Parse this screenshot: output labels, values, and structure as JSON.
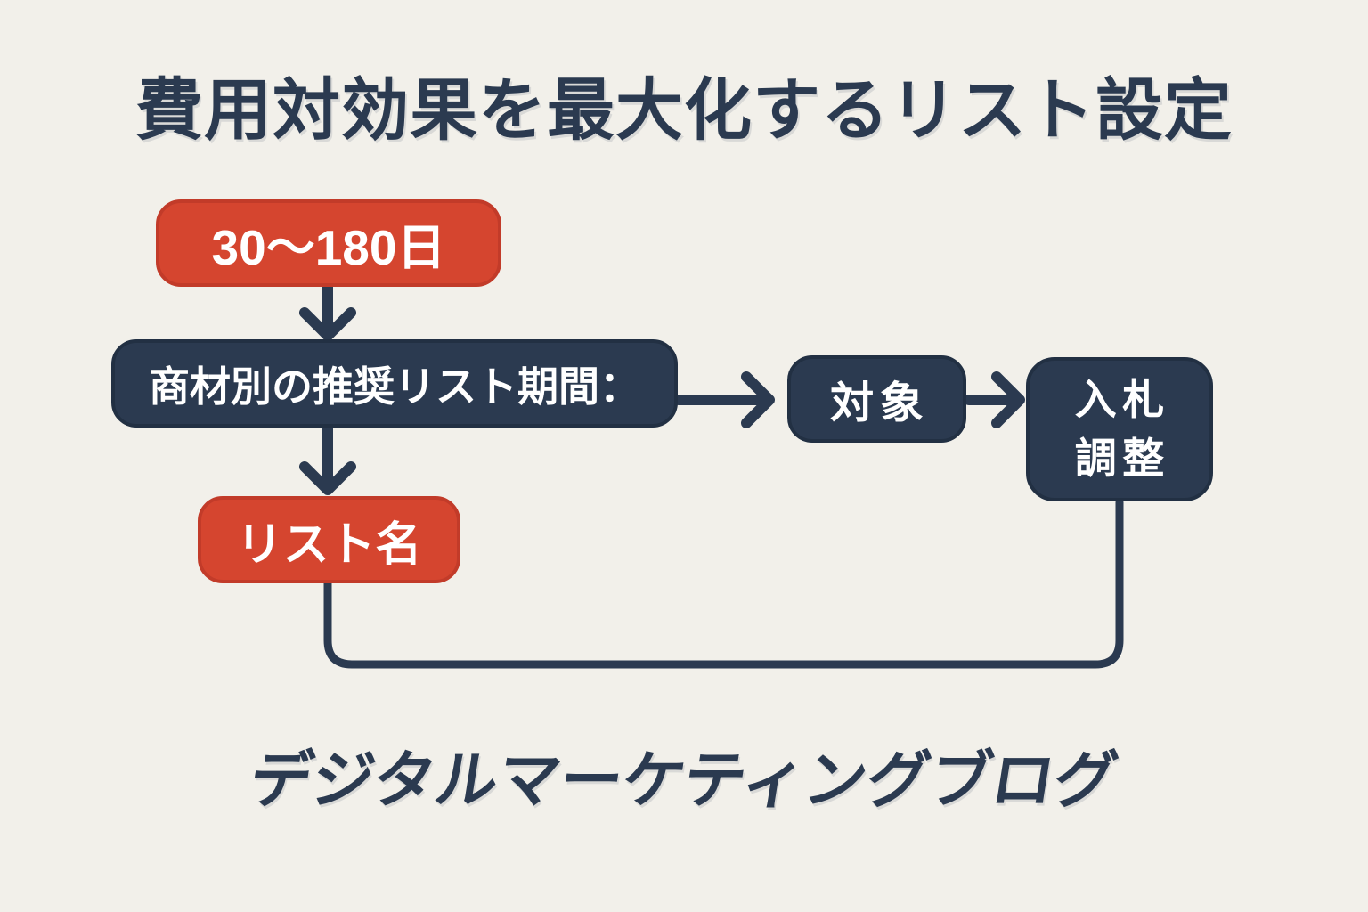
{
  "colors": {
    "background": "#f2f0ea",
    "navy": "#2b3a50",
    "red": "#d5452f",
    "white": "#ffffff"
  },
  "header": {
    "title": "費用対効果を最大化するリスト設定"
  },
  "footer": {
    "label": "デジタルマーケティングブログ"
  },
  "diagram": {
    "nodes": [
      {
        "id": "list-duration",
        "label": "30〜180日",
        "color": "#d5452f"
      },
      {
        "id": "recommended-period",
        "label": "商材別の推奨リスト期間：",
        "color": "#2b3a50"
      },
      {
        "id": "target",
        "label": "対象",
        "color": "#2b3a50"
      },
      {
        "id": "bid-adjustment",
        "label": "入札調整",
        "lines": [
          "入札",
          "調整"
        ],
        "color": "#2b3a50"
      },
      {
        "id": "list-name",
        "label": "リスト名",
        "color": "#d5452f"
      }
    ],
    "edges": [
      {
        "from": "list-duration",
        "to": "recommended-period",
        "style": "arrow-down"
      },
      {
        "from": "recommended-period",
        "to": "target",
        "style": "arrow-right"
      },
      {
        "from": "target",
        "to": "bid-adjustment",
        "style": "arrow-right"
      },
      {
        "from": "recommended-period",
        "to": "list-name",
        "style": "arrow-down"
      },
      {
        "from": "list-name",
        "to": "bid-adjustment",
        "style": "elbow-line"
      }
    ]
  }
}
